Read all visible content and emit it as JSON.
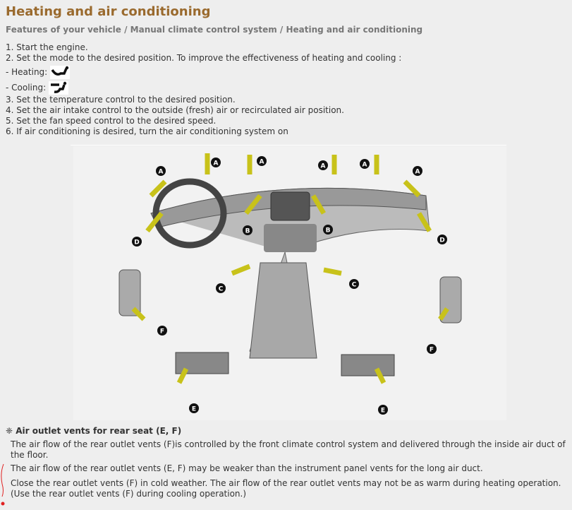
{
  "title": "Heating and air conditioning",
  "breadcrumb": "Features of your vehicle / Manual climate control system / Heating and air conditioning",
  "steps": {
    "s1": "1. Start the engine.",
    "s2": "2. Set the mode to the desired position. To improve the effectiveness of heating and cooling :",
    "heating": "- Heating:",
    "cooling": "- Cooling:",
    "s3": "3. Set the temperature control to the desired position.",
    "s4": "4. Set the air intake control to the outside (fresh) air or recirculated air position.",
    "s5": "5. Set the fan speed control to the desired speed.",
    "s6": "6. If air conditioning is desired, turn the air conditioning system on"
  },
  "figure": {
    "labels": [
      "A",
      "B",
      "C",
      "D",
      "E",
      "F"
    ]
  },
  "note": {
    "heading": "❈ Air outlet vents for rear seat (E, F)",
    "p1": "The air flow of the rear outlet vents (F)is controlled by the front climate control system and delivered through the inside air duct of the floor.",
    "p2": "The air flow of the rear outlet vents (E, F) may be weaker than the instrument panel vents for the long air duct.",
    "p3": "Close the rear outlet vents (F) in cold weather. The air flow of the rear outlet vents may not be as warm during heating operation. (Use the rear outlet vents (F) during cooling operation.)"
  },
  "colors": {
    "title": "#9a6a2e",
    "arrow": "#c8c21a",
    "annotation": "#e02020"
  }
}
